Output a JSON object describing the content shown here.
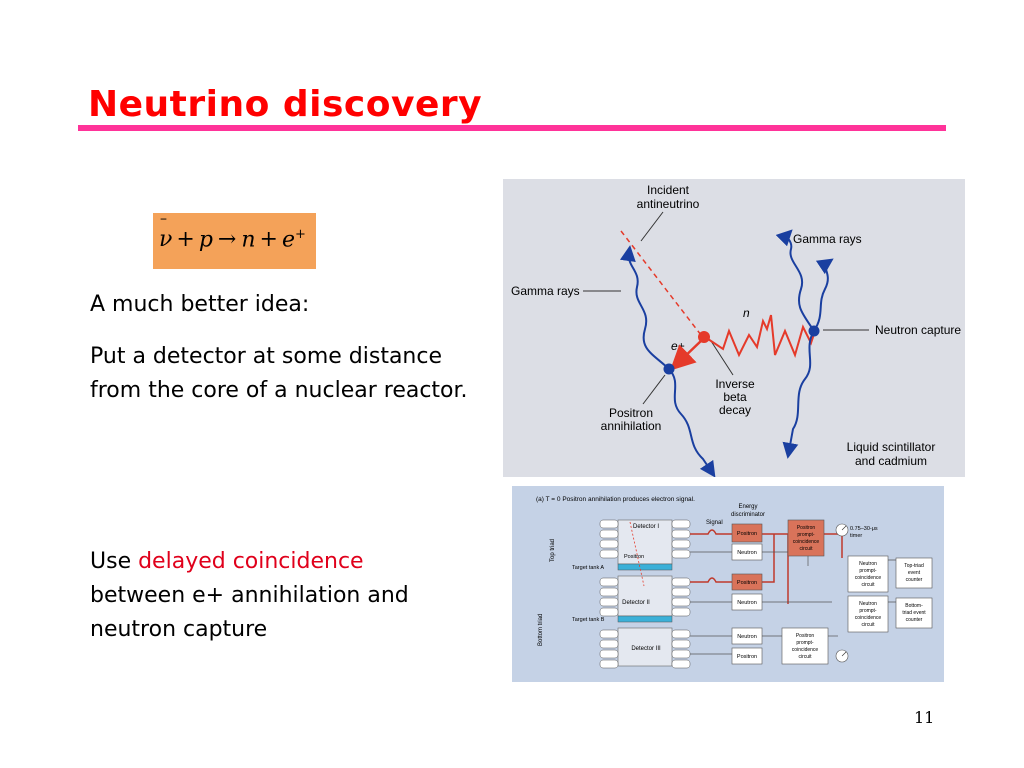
{
  "slide": {
    "title": "Neutrino discovery",
    "page_number": "11"
  },
  "equation": {
    "nu": "ν",
    "bar": "–",
    "plus1": "+",
    "p": "p",
    "arrow": "→",
    "n": "n",
    "plus2": "+",
    "e": "e",
    "e_sup": "+"
  },
  "body": {
    "intro": "A much better idea:",
    "detail": "Put a detector at some distance from the core of a nuclear reactor.",
    "coinc_prefix": "Use ",
    "coinc_highlight": "delayed coincidence",
    "coinc_rest": "between e+ annihilation and neutron capture"
  },
  "figure1": {
    "incident_line1": "Incident",
    "incident_line2": "antineutrino",
    "gamma_right": "Gamma rays",
    "gamma_left": "Gamma rays",
    "n_label": "n",
    "eplus_label": "e+",
    "neutron_capture": "Neutron capture",
    "inverse_line1": "Inverse",
    "inverse_line2": "beta",
    "inverse_line3": "decay",
    "positron_line1": "Positron",
    "positron_line2": "annihilation",
    "liquid_line1": "Liquid scintillator",
    "liquid_line2": "and cadmium"
  },
  "figure2": {
    "caption": "(a)  T = 0   Positron annihilation produces electron signal.",
    "energy_line1": "Energy",
    "energy_line2": "discriminator",
    "signal": "Signal",
    "top_triad": "Top triad",
    "bottom_triad": "Bottom triad",
    "detector1": "Detector I",
    "detector2": "Detector II",
    "detector3": "Detector III",
    "positron_small": "Positron",
    "target_a": "Target tank A",
    "target_b": "Target tank B",
    "positron_box": "Positron",
    "neutron_box": "Neutron",
    "ppc_line1": "Positron",
    "ppc_line2": "prompt-",
    "ppc_line3": "coincidence",
    "ppc_line4": "circuit",
    "timer_line1": "0.75–30-μs",
    "timer_line2": "timer",
    "npc_line1": "Neutron",
    "npc_line2": "prompt-",
    "npc_line3": "coincidence",
    "npc_line4": "circuit",
    "top_event_line1": "Top-triad",
    "top_event_line2": "event",
    "top_event_line3": "counter",
    "bottom_event_line1": "Bottom-",
    "bottom_event_line2": "triad event",
    "bottom_event_line3": "counter"
  },
  "colors": {
    "title": "#ff0000",
    "rule": "#ff3399",
    "highlight": "#e0001b",
    "equation_bg": "#f4a259"
  }
}
